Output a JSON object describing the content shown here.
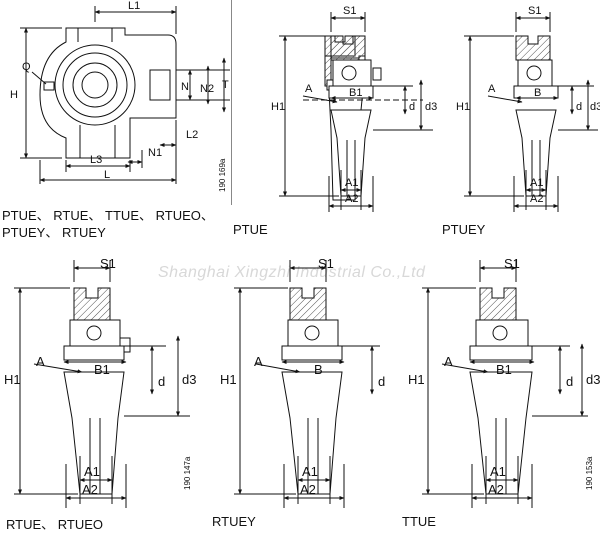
{
  "watermark": "Shanghai Xingzhi Industrial Co.,Ltd",
  "captions": {
    "c1_line1": "PTUE、 RTUE、 TTUE、 RTUEO、",
    "c1_line2": "PTUEY、 RTUEY",
    "c2": "PTUE",
    "c3": "PTUEY",
    "c4": "RTUE、  RTUEO",
    "c5": "RTUEY",
    "c6": "TTUE"
  },
  "figure_codes": {
    "fig1": "190 169a",
    "fig4": "190 147a",
    "fig6": "190 153a"
  },
  "dims": {
    "L1": "L1",
    "L2": "L2",
    "L3": "L3",
    "L": "L",
    "N": "N",
    "N1": "N1",
    "N2": "N2",
    "T": "T",
    "H": "H",
    "Q": "Q",
    "S1": "S1",
    "H1": "H1",
    "A": "A",
    "B": "B",
    "B1": "B1",
    "d": "d",
    "d3": "d3",
    "A1": "A1",
    "A2": "A2"
  },
  "colors": {
    "line": "#111111",
    "hatch": "#555555",
    "fill": "#ffffff",
    "watermark": "#d8d8d8"
  }
}
